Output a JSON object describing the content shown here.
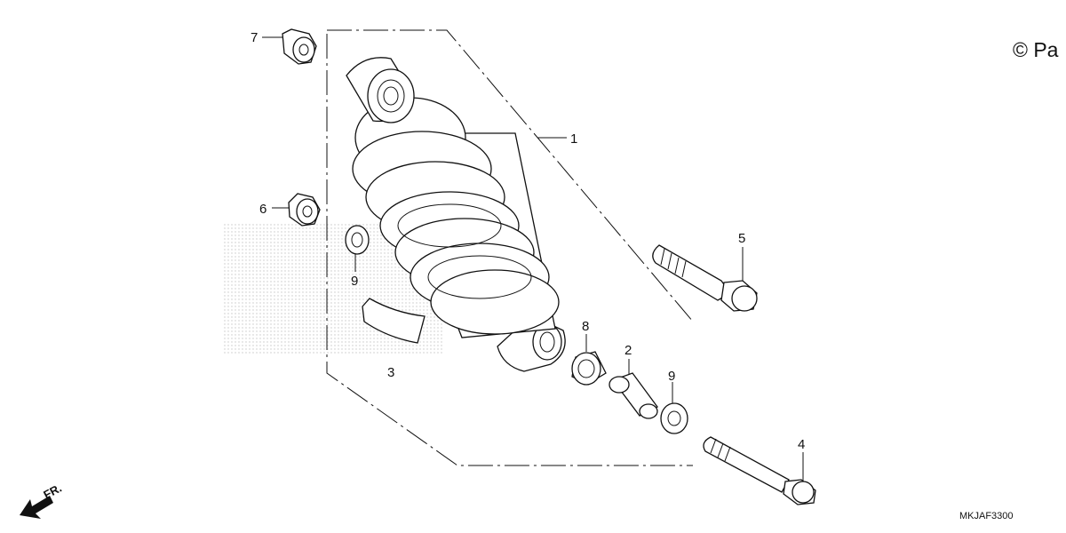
{
  "diagram": {
    "copyright": "© Pa",
    "code": "MKJAF3300",
    "front_marker": "FR.",
    "callouts": {
      "c1": "1",
      "c2": "2",
      "c3": "3",
      "c4": "4",
      "c5": "5",
      "c6": "6",
      "c7": "7",
      "c8": "8",
      "c9a": "9",
      "c9b": "9"
    }
  }
}
